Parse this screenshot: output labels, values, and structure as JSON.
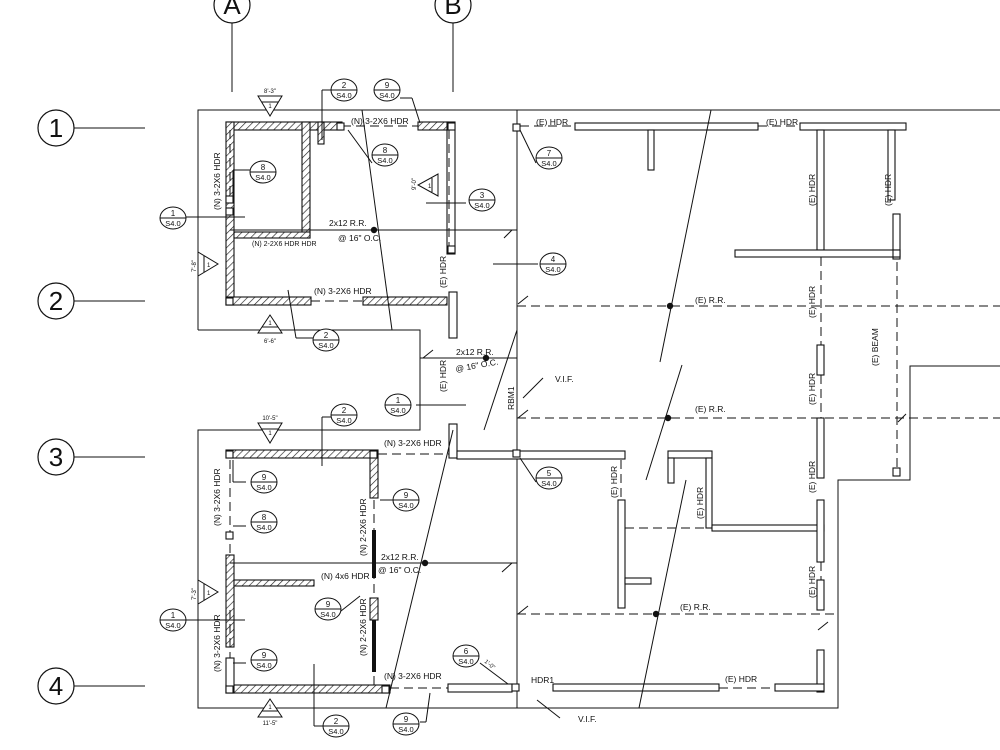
{
  "grid_columns": [
    {
      "id": "A",
      "label": "A"
    },
    {
      "id": "B",
      "label": "B"
    }
  ],
  "grid_rows": [
    {
      "id": "1",
      "label": "1"
    },
    {
      "id": "2",
      "label": "2"
    },
    {
      "id": "3",
      "label": "3"
    },
    {
      "id": "4",
      "label": "4"
    }
  ],
  "labels": {
    "n_3_2x6_hdr": "(N) 3-2X6 HDR",
    "n_2_2x6_hdr": "(N) 2-2X6 HDR",
    "n_2_2x6_hdr_hdr": "(N) 2-2X6 HDR HDR",
    "n_4x6_hdr": "(N) 4x6 HDR",
    "e_hdr": "(E) HDR",
    "e_rr": "(E) R.R.",
    "e_beam": "(E) BEAM",
    "rr_2x12": "2x12 R.R.",
    "oc_16": "@ 16\" O.C.",
    "vif": "V.I.F.",
    "rbm1": "RBM1",
    "hdr1": "HDR1"
  },
  "dimensions": {
    "d1": "8'-3\"",
    "d2": "9'-0\"",
    "d3": "7'-8\"",
    "d4": "6'-6\"",
    "d5": "10'-5\"",
    "d6": "7'-3\"",
    "d7": "11'-5\"",
    "d8": "1'-0\"",
    "triangle_num": "1"
  },
  "sheet_ref": "S4.0",
  "callouts": [
    {
      "num": "2",
      "sheet": "S4.0"
    },
    {
      "num": "9",
      "sheet": "S4.0"
    },
    {
      "num": "8",
      "sheet": "S4.0"
    },
    {
      "num": "7",
      "sheet": "S4.0"
    },
    {
      "num": "3",
      "sheet": "S4.0"
    },
    {
      "num": "8",
      "sheet": "S4.0"
    },
    {
      "num": "1",
      "sheet": "S4.0"
    },
    {
      "num": "4",
      "sheet": "S4.0"
    },
    {
      "num": "2",
      "sheet": "S4.0"
    },
    {
      "num": "1",
      "sheet": "S4.0"
    },
    {
      "num": "2",
      "sheet": "S4.0"
    },
    {
      "num": "9",
      "sheet": "S4.0"
    },
    {
      "num": "5",
      "sheet": "S4.0"
    },
    {
      "num": "9",
      "sheet": "S4.0"
    },
    {
      "num": "8",
      "sheet": "S4.0"
    },
    {
      "num": "1",
      "sheet": "S4.0"
    },
    {
      "num": "9",
      "sheet": "S4.0"
    },
    {
      "num": "9",
      "sheet": "S4.0"
    },
    {
      "num": "6",
      "sheet": "S4.0"
    },
    {
      "num": "2",
      "sheet": "S4.0"
    },
    {
      "num": "9",
      "sheet": "S4.0"
    }
  ]
}
